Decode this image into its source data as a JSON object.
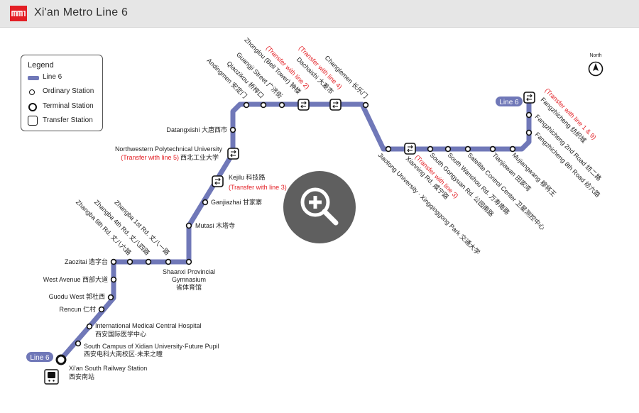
{
  "header": {
    "title": "Xi'an Metro Line 6",
    "logo_icon": "metro-logo-icon",
    "logo_color": "#e31e24"
  },
  "legend": {
    "title": "Legend",
    "line": "Line 6",
    "ordinary": "Ordinary Station",
    "terminal": "Terminal Station",
    "transfer": "Transfer Station"
  },
  "compass": {
    "label": "North",
    "icon": "compass-icon"
  },
  "line_color": "#7078b8",
  "transfer_text_color": "#e31e24",
  "line_tags": {
    "start": "Line 6",
    "end": "Line 6"
  },
  "zoom": {
    "icon": "zoom-in-icon"
  },
  "train_icon": "train-icon",
  "stations": {
    "s1": "Xi'an South Railway Station",
    "s1_cn": "西安南站",
    "s2": "South Campus of Xidian University·Future Pupil",
    "s2_cn": "西安电科大南校区·未来之瞳",
    "s3": "International Medical Central Hospital",
    "s3_cn": "西安国际医学中心",
    "s4": "Rencun 仁村",
    "s5": "Guodu West 郭杜西",
    "s6": "West Avenue 西部大道",
    "s7": "Zaozitai 造字台",
    "s8": "Zhangba 6th Rd. 丈八六路",
    "s9": "Zhangba 4th Rd. 丈八四路",
    "s10": "Zhangba 1st Rd. 丈八一路",
    "s11a": "Shaanxi Provincial",
    "s11b": "Gymnasium",
    "s11c": "省体育馆",
    "s12": "Mutasi 木塔寺",
    "s13": "Ganjiazhai 甘家寨",
    "s14": "Kejilu 科技路",
    "s14_t": "(Transfer with line 3)",
    "s15": "Northwestern Polytechnical University",
    "s15_t": "(Transfer with line 5)",
    "s15_cn": "西北工业大学",
    "s16": "Datangxishi 大唐西市",
    "s17": "Andingmen 安定门",
    "s18": "Qiaozikou 桥梓口",
    "s19": "Guangji Street 广济街",
    "s20": "Zhonglou (Bell Tower) 钟楼",
    "s20_t": "(Transfer with line 2)",
    "s21": "Dachaishi 大差市",
    "s21_t": "(Transfer with line 4)",
    "s22": "Changlemen 长乐门",
    "s23": "Jiaotong University · Xingqinggong Park 交通大学",
    "s24": "Xianning Rd. 咸宁路",
    "s24_t": "(Transfer with line 3)",
    "s25": "South Gongyuan Rd. 公园南路",
    "s26": "South Wanshou Rd. 万寿南路",
    "s27": "Satellite Control Center 卫星测控中心",
    "s28": "Tianjiawan 田家湾",
    "s29": "Mujiangwang 穆将王",
    "s30": "Fangzhicheng 8th Road 纺六路",
    "s31": "Fangzhicheng 2nd Road 纺二路",
    "s32": "Fangzhicheng 纺织城",
    "s32_t": "(Transfer with line 1 & 9)"
  }
}
